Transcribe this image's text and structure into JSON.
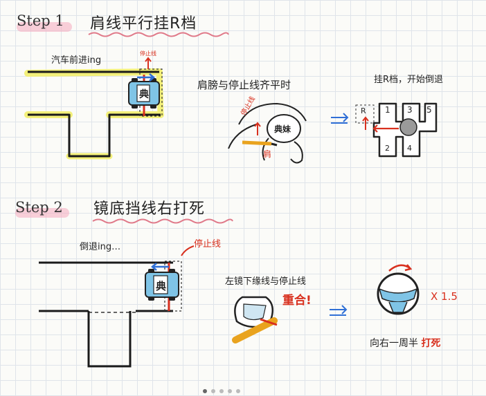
{
  "step1": {
    "label": "Step 1",
    "title": "肩线平行挂R档",
    "forward_note": "汽车前进ing",
    "stop_line_label": "停止线",
    "car_glyph": "典",
    "shoulder_note": "肩膀与停止线齐平时",
    "driver_name": "典妹",
    "stop_line_small": "停止线",
    "shoulder_label": "肩",
    "gear_note": "挂R档，开始倒退",
    "gears": [
      "R",
      "1",
      "2",
      "3",
      "4",
      "5"
    ]
  },
  "step2": {
    "label": "Step 2",
    "title": "镜底挡线右打死",
    "reverse_note": "倒退ing…",
    "stop_line_label": "停止线",
    "car_glyph": "典",
    "mirror_note": "左镜下缘线与停止线",
    "coincide": "重合!",
    "multiplier": "X 1.5",
    "turn_note_prefix": "向右一周半",
    "turn_note_emph": "打死"
  },
  "colors": {
    "highlight_yellow": "#f3f07a",
    "stop_red": "#d8301e",
    "car_blue": "#7fc4e6",
    "arrow_blue": "#2f6fd6"
  },
  "icons": [
    "car-icon",
    "steering-wheel-icon",
    "gear-shift-icon",
    "mirror-icon",
    "driver-icon",
    "arrow-right-icon"
  ]
}
